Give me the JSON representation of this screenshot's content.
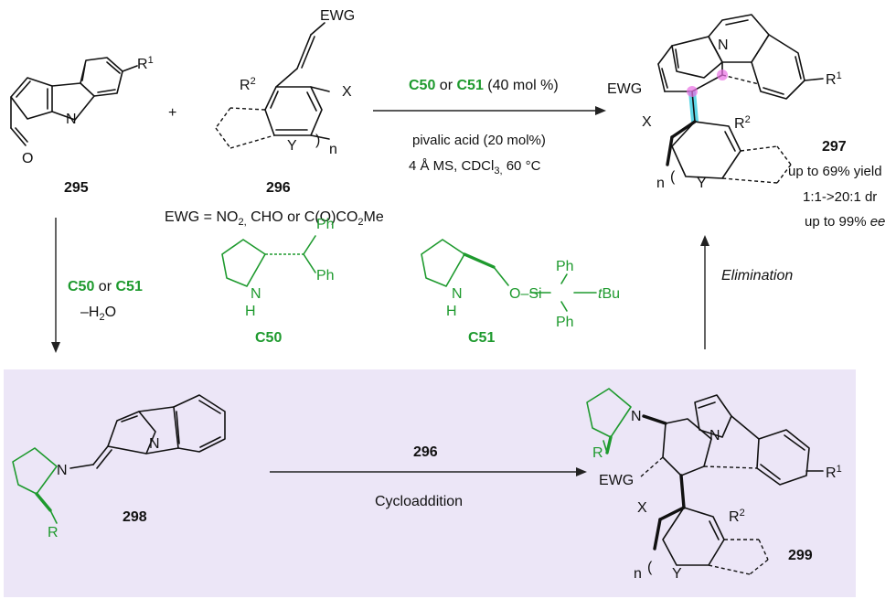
{
  "colors": {
    "catalyst_green": "#1e9a2e",
    "highlight_panel": "#ece6f7",
    "bond_highlight_cyan": "#5fd6e6",
    "atom_highlight_magenta": "#e86ee2",
    "ink": "#111111"
  },
  "compounds": {
    "c295": "295",
    "c296": "296",
    "c297": "297",
    "c298": "298",
    "c299": "299"
  },
  "atom_labels": {
    "R": "R",
    "R1_base": "R",
    "R1_sup": "1",
    "R2_base": "R",
    "R2_sup": "2",
    "X": "X",
    "Y": "Y",
    "N": "N",
    "n": "n",
    "EWG": "EWG",
    "H": "H",
    "Ph": "Ph",
    "O": "O",
    "Si": "Si",
    "tBu_t": "t",
    "tBu_rest": "Bu",
    "paren_open": "(",
    "paren_close": ")",
    "dash_O_Si": "O–Si"
  },
  "ewg_definition": {
    "prefix": "EWG  = NO",
    "sub1": "2,",
    "middle": " CHO or C(O)CO",
    "sub2": "2",
    "suffix": "Me"
  },
  "top_arrow": {
    "cat_a": "C50",
    "or": " or ",
    "cat_b": "C51",
    "loading": " (40 mol %)",
    "line2": "pivalic acid (20 mol%)",
    "line3_a": "4 Å MS, CDCl",
    "line3_sub": "3,",
    "line3_b": " 60 °C"
  },
  "result_297": {
    "line1": "up to 69% yield",
    "line2": "1:1->20:1 dr",
    "line3_a": "up to 99% ",
    "line3_b": "ee"
  },
  "left_arrow": {
    "cat_a": "C50",
    "or": " or ",
    "cat_b": "C51",
    "line2_a": "–H",
    "line2_sub": "2",
    "line2_b": "O"
  },
  "catalysts": {
    "c50": "C50",
    "c51": "C51"
  },
  "right_arrow": {
    "label": "Elimination"
  },
  "bottom_arrow": {
    "reagent": "296",
    "label": "Cycloaddition"
  }
}
